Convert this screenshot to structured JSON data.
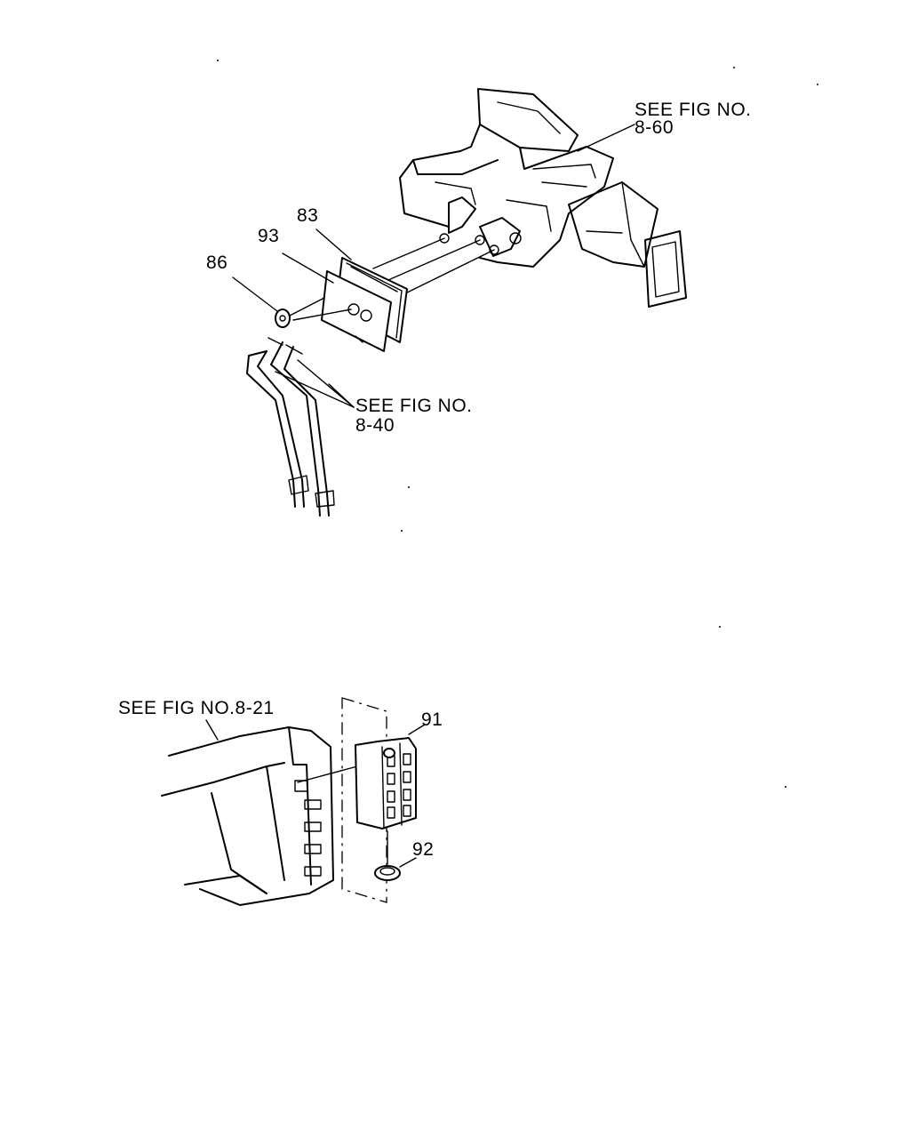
{
  "upper_assembly": {
    "ref_fig_860_line1": "SEE FIG NO.",
    "ref_fig_860_line2": "8-60",
    "part_83": "83",
    "part_93": "93",
    "part_86": "86",
    "ref_fig_840_line1": "SEE FIG NO.",
    "ref_fig_840_line2": "8-40"
  },
  "lower_assembly": {
    "ref_fig_821": "SEE FIG NO.8-21",
    "part_91": "91",
    "part_92": "92"
  }
}
